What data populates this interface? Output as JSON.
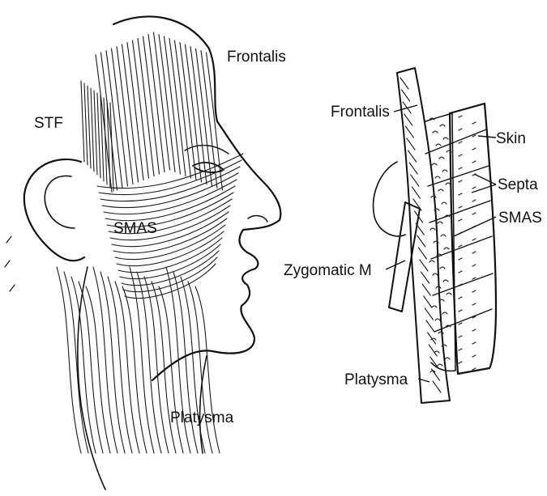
{
  "figure": {
    "background": "#ffffff",
    "ink_color": "#111111",
    "left_panel": {
      "subject": "side-profile-face-muscle-layers",
      "labels": {
        "frontalis": "Frontalis",
        "stf": "STF",
        "smas": "SMAS",
        "platysma": "Platysma"
      }
    },
    "right_panel": {
      "subject": "facial-layer-cross-section",
      "labels": {
        "frontalis": "Frontalis",
        "skin": "Skin",
        "septa": "Septa",
        "smas": "SMAS",
        "zygomatic": "Zygomatic M",
        "platysma": "Platysma"
      }
    }
  }
}
